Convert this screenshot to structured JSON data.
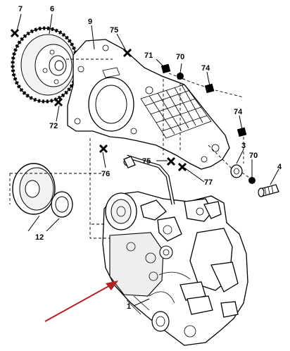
{
  "callouts": [
    {
      "id": "c7",
      "text": "7"
    },
    {
      "id": "c6",
      "text": "6"
    },
    {
      "id": "c9",
      "text": "9"
    },
    {
      "id": "c75a",
      "text": "75"
    },
    {
      "id": "c71",
      "text": "71"
    },
    {
      "id": "c70a",
      "text": "70"
    },
    {
      "id": "c74a",
      "text": "74"
    },
    {
      "id": "c72",
      "text": "72"
    },
    {
      "id": "c74b",
      "text": "74"
    },
    {
      "id": "c3",
      "text": "3"
    },
    {
      "id": "c70b",
      "text": "70"
    },
    {
      "id": "c4",
      "text": "4"
    },
    {
      "id": "c76",
      "text": "76"
    },
    {
      "id": "c75b",
      "text": "75"
    },
    {
      "id": "c77",
      "text": "77"
    },
    {
      "id": "c12",
      "text": "12"
    },
    {
      "id": "c1",
      "text": "1"
    }
  ],
  "colors": {
    "line": "#000000",
    "arrow": "#b22222",
    "background": "#ffffff"
  },
  "markers": {
    "cross": "cross-marker",
    "square": "square-marker",
    "dot": "dot-marker"
  }
}
